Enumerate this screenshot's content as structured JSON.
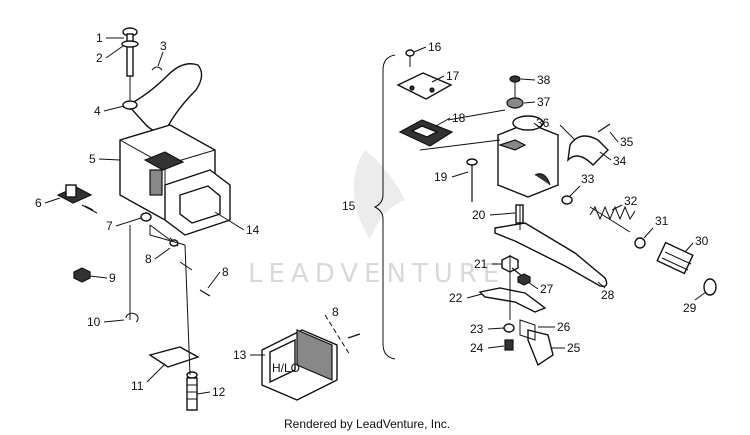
{
  "watermark": "LEADVENTURE",
  "footer": "Rendered by LeadVenture, Inc.",
  "decal_text": "H/LO",
  "callouts": [
    "1",
    "2",
    "3",
    "4",
    "5",
    "6",
    "7",
    "8",
    "8",
    "9",
    "10",
    "11",
    "12",
    "13",
    "8",
    "14",
    "15",
    "16",
    "17",
    "18",
    "19",
    "20",
    "21",
    "22",
    "23",
    "24",
    "25",
    "26",
    "27",
    "28",
    "29",
    "30",
    "31",
    "32",
    "33",
    "34",
    "35",
    "36",
    "37",
    "38"
  ]
}
